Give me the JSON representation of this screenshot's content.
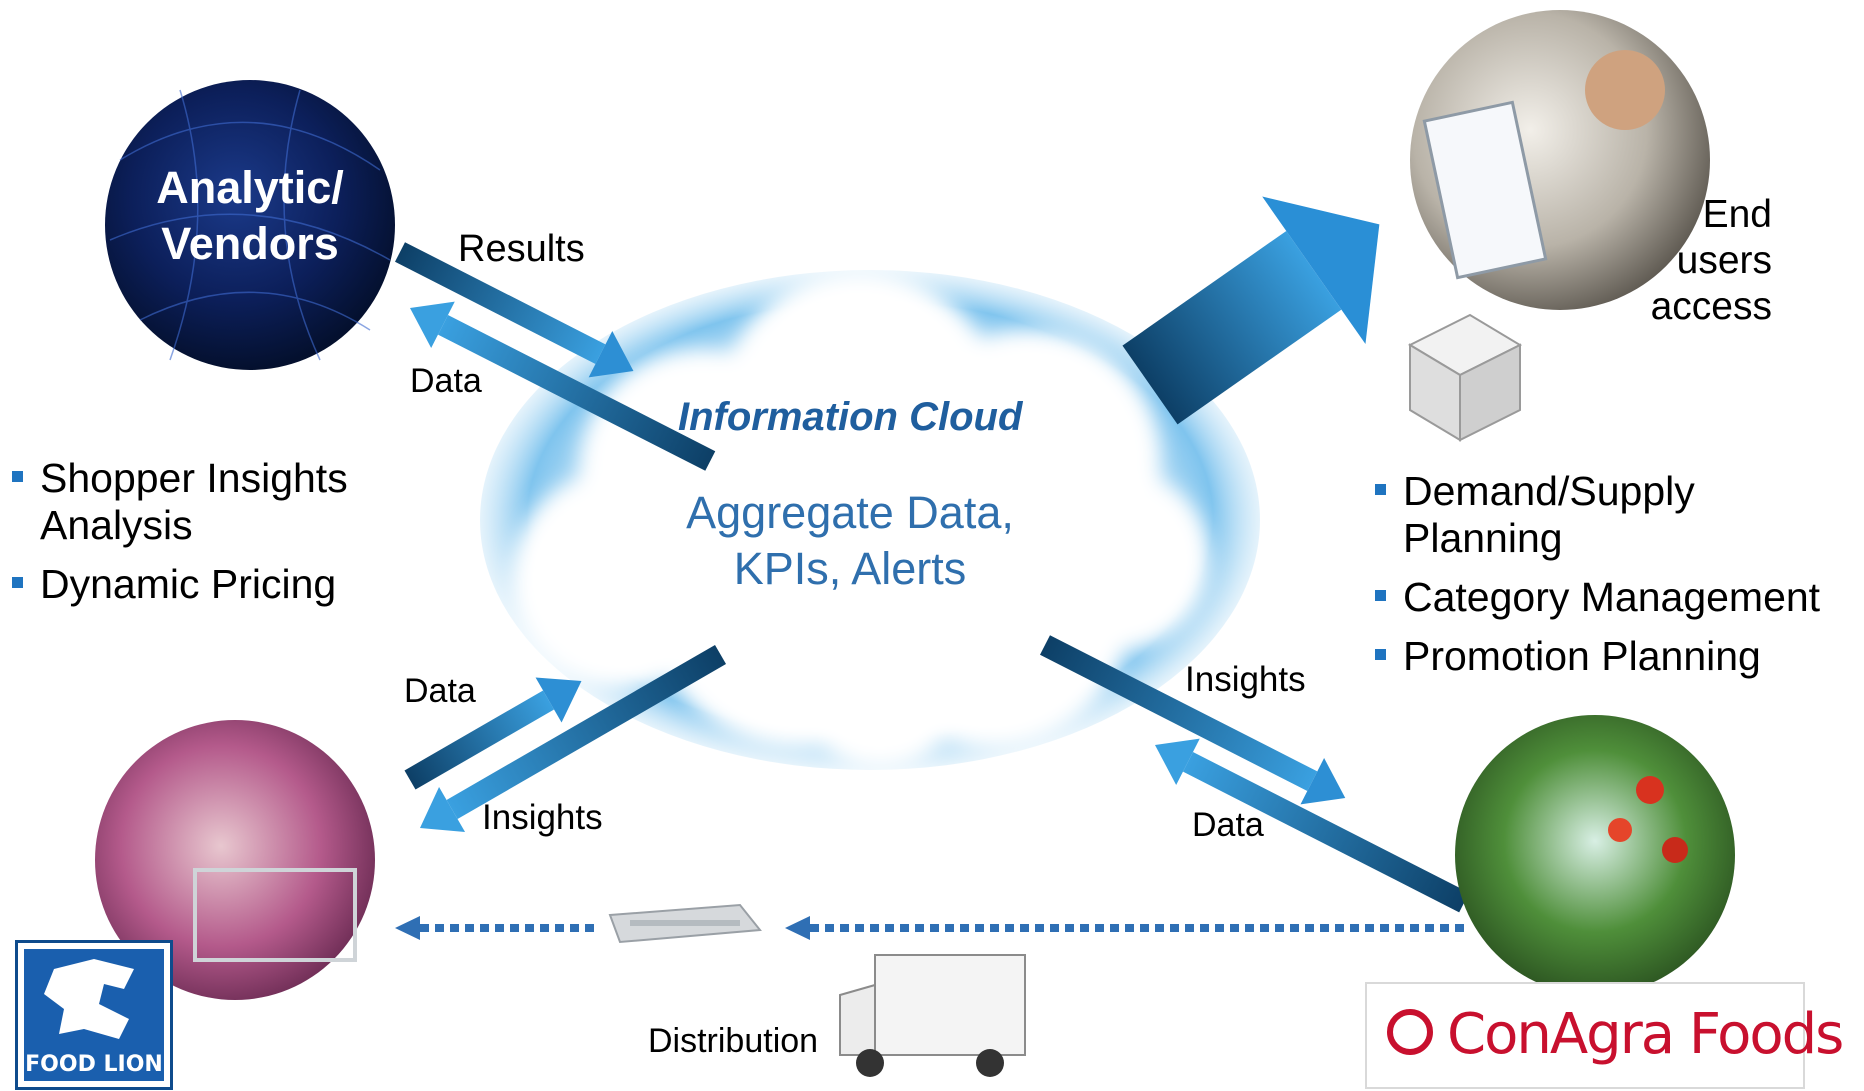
{
  "cloud": {
    "title": "Information Cloud",
    "line1": "Aggregate Data,",
    "line2": "KPIs, Alerts"
  },
  "analytic_vendors": {
    "line1": "Analytic/",
    "line2": "Vendors"
  },
  "flow_labels": {
    "results": "Results",
    "data_top": "Data",
    "data_left": "Data",
    "insights_left": "Insights",
    "insights_right": "Insights",
    "data_right": "Data",
    "distribution": "Distribution"
  },
  "end_users": {
    "line1": "End",
    "line2": "users",
    "line3": "access"
  },
  "left_bullets": [
    "Shopper Insights Analysis",
    "Dynamic Pricing"
  ],
  "right_bullets": [
    "Demand/Supply Planning",
    "Category Management",
    "Promotion Planning"
  ],
  "logos": {
    "food_lion": "FOOD LION",
    "conagra": "ConAgra Foods"
  },
  "colors": {
    "arrow_dark": "#0d3f66",
    "arrow_light": "#3aa0e0",
    "bullet": "#1f74c0",
    "cloud_text": "#2f6fad"
  }
}
